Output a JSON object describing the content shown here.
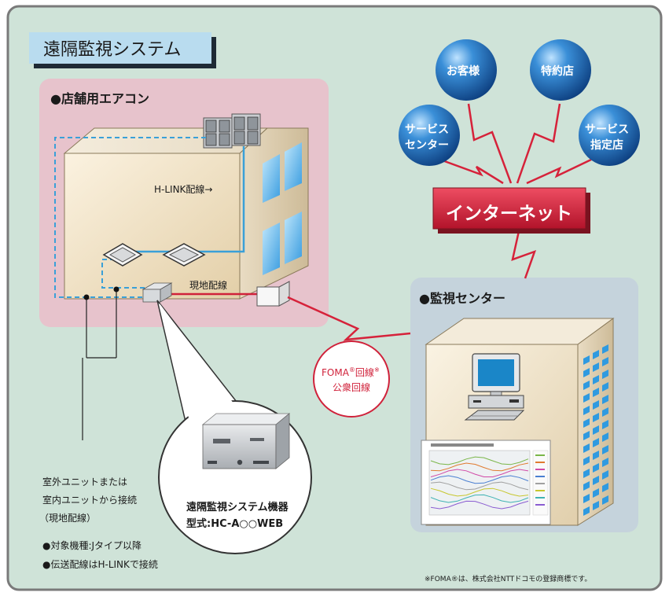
{
  "title": "遠隔監視システム",
  "store_section": {
    "heading": "●店舗用エアコン",
    "hlink_label": "H-LINK配線→",
    "local_wiring_label": "現地配線"
  },
  "monitor_section": {
    "heading": "●監視センター"
  },
  "network": {
    "internet_label": "インターネット",
    "nodes": [
      {
        "id": "customer",
        "line1": "お客様",
        "line2": ""
      },
      {
        "id": "dealer",
        "line1": "特約店",
        "line2": ""
      },
      {
        "id": "service-center",
        "line1": "サービス",
        "line2": "センター"
      },
      {
        "id": "service-shop",
        "line1": "サービス",
        "line2": "指定店"
      }
    ]
  },
  "foma": {
    "line1": "FOMA",
    "reg": "®",
    "line1_suffix": "回線",
    "note_mark": "※",
    "line2": "公衆回線"
  },
  "device": {
    "name": "遠隔監視システム機器",
    "model": "型式:HC-A○○WEB"
  },
  "connection_note": {
    "line1": "室外ユニットまたは",
    "line2": "室内ユニットから接続",
    "line3": "（現地配線）"
  },
  "bullets": [
    "●対象機種:Jタイプ以降",
    "●伝送配線はH-LINKで接続"
  ],
  "footnote": "※FOMA®は、株式会社NTTドコモの登録商標です。",
  "colors": {
    "panel_bg": "#cfe3d8",
    "panel_border": "#7a7a7a",
    "store_area": "#e7c3cc",
    "monitor_area": "#c5d3dc",
    "title_bg": "#b9dcef",
    "internet_red": "#d6223a",
    "globe_blue": "#1c5fa8",
    "hlink_blue": "#3aa0d8",
    "local_red": "#d0213a"
  }
}
